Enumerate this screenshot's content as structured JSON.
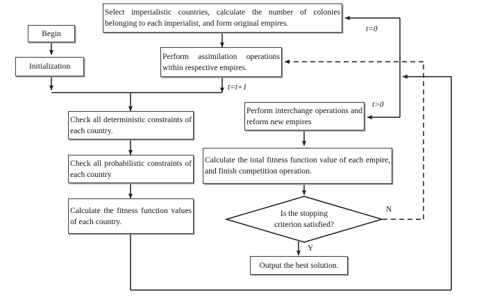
{
  "diagram": {
    "title": "Imperialist Competitive Algorithm flowchart",
    "type": "flowchart",
    "colors": {
      "box_border": "#3a3a3a",
      "box_shadow": "#9a9a9a",
      "line": "#1a1a1a",
      "text": "#111111",
      "background": "#ffffff"
    },
    "nodes": [
      {
        "id": "begin",
        "shape": "rect",
        "text": "Begin"
      },
      {
        "id": "initialization",
        "shape": "rect",
        "text": "Initialization"
      },
      {
        "id": "select-empires",
        "shape": "rect",
        "text": "Select imperialistic countries, calculate the number of colonies belonging to each imperialist, and form original empires."
      },
      {
        "id": "assimilation",
        "shape": "rect",
        "text": "Perform assimilation operations within respective empires."
      },
      {
        "id": "check-deterministic",
        "shape": "rect",
        "text": "Check all deterministic constraints of each country."
      },
      {
        "id": "check-probabilistic",
        "shape": "rect",
        "text": "Check all probabilistic constraints of each country"
      },
      {
        "id": "calculate-fitness",
        "shape": "rect",
        "text": "Calculate the fitness function values of each country."
      },
      {
        "id": "interchange",
        "shape": "rect",
        "text": "Perform interchange operations and reform new empires"
      },
      {
        "id": "total-fitness",
        "shape": "rect",
        "text": "Calculate the total fitness function value of each empire, and finish competition operation."
      },
      {
        "id": "stopping-criterion",
        "shape": "diamond",
        "text_line1": "Is the stopping",
        "text_line2": "criterion satisfied?"
      },
      {
        "id": "output",
        "shape": "rect",
        "text": "Output the best solution."
      }
    ],
    "edge_labels": [
      {
        "id": "t-equals-zero",
        "text": "t=0"
      },
      {
        "id": "t-increment",
        "text": "t=t+1"
      },
      {
        "id": "t-greater-zero",
        "text": "t>0"
      },
      {
        "id": "branch-no",
        "text": "N"
      },
      {
        "id": "branch-yes",
        "text": "Y"
      }
    ]
  }
}
